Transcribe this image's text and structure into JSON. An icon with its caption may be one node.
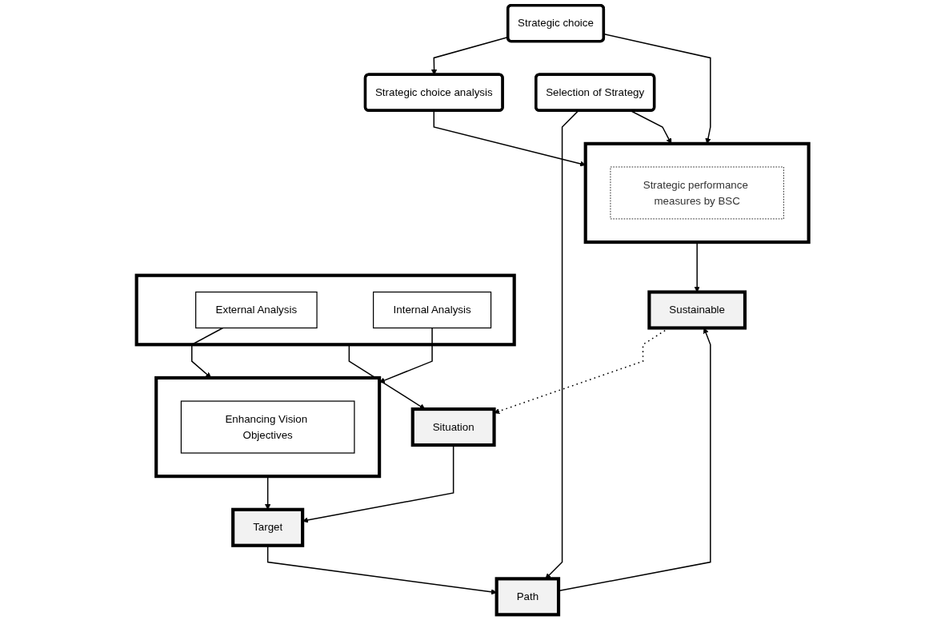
{
  "diagram": {
    "nodes": [
      {
        "text": [],
        "shape": "box"
      },
      {
        "text": [
          "External Analysis"
        ],
        "in": 0
      },
      {
        "text": [
          "Internal Analysis"
        ],
        "in": 0
      },
      {
        "text": [],
        "shape": "box"
      },
      {
        "text": [
          "Enhancing Vision Objectives"
        ],
        "in": 3
      },
      {
        "text": [
          "Situation"
        ]
      },
      {
        "text": [
          "Target"
        ]
      },
      {
        "text": [
          "Strategic choice"
        ]
      },
      {
        "text": [
          "Strategic choice analysis"
        ]
      },
      {
        "text": [
          "Selection of Strategy"
        ]
      },
      {
        "text": [
          "Path"
        ]
      },
      {
        "text": [],
        "shape": "box"
      },
      {
        "text": [
          "Strategic performance measures by BSC"
        ],
        "in": 11
      },
      {
        "text": [
          "Sustainable"
        ]
      }
    ],
    "edges": [
      {
        "from": 1,
        "to": 3,
        "arrow": "to"
      },
      {
        "from": 2,
        "to": 3,
        "arrow": "to"
      },
      {
        "from": 0,
        "to": 5,
        "arrow": "to"
      },
      {
        "from": 3,
        "to": 6,
        "arrow": "to"
      },
      {
        "from": 5,
        "to": 6,
        "arrow": "to"
      },
      {
        "from": 6,
        "to": 10,
        "arrow": "to"
      },
      {
        "from": 7,
        "to": 8,
        "arrow": "to"
      },
      {
        "from": 9,
        "to": 10,
        "arrow": "to"
      },
      {
        "from": 7,
        "to": 11,
        "arrow": "to"
      },
      {
        "from": 8,
        "to": 11,
        "arrow": "to"
      },
      {
        "from": 9,
        "to": 11,
        "arrow": "to"
      },
      {
        "from": 10,
        "to": 13,
        "arrow": "to"
      },
      {
        "from": 11,
        "to": 13,
        "arrow": "to"
      },
      {
        "from": 13,
        "to": 5,
        "arrow": "to",
        "style": "dashed"
      }
    ]
  }
}
